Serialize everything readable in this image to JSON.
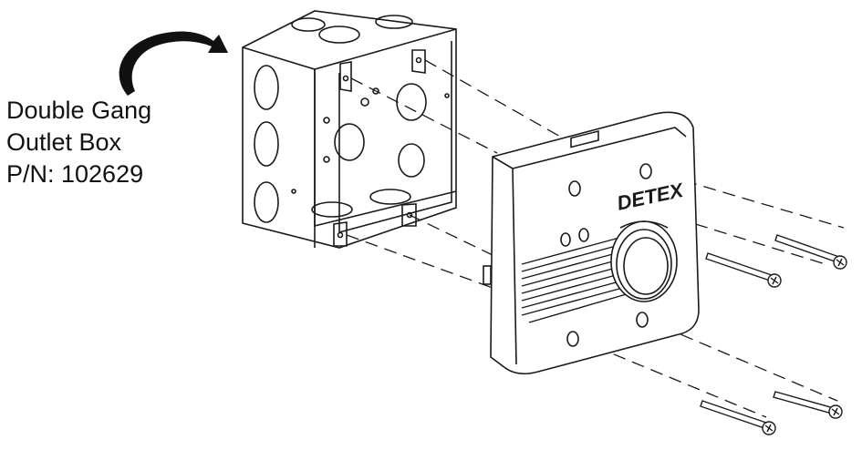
{
  "callout": {
    "line1": "Double Gang",
    "line2": "Outlet Box",
    "line3": "P/N: 102629"
  },
  "logo_text": "DETEX",
  "colors": {
    "stroke": "#1a1a1a",
    "arrow_fill": "#111111",
    "background": "#ffffff"
  },
  "icons": {
    "arrow": "curved-arrow-icon",
    "screw": "screw-icon"
  }
}
